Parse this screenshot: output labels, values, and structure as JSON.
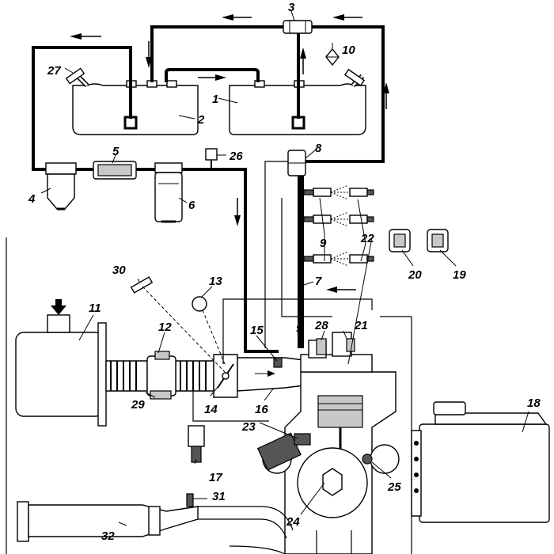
{
  "callouts": [
    {
      "id": "1",
      "text": "1"
    },
    {
      "id": "2",
      "text": "2"
    },
    {
      "id": "3",
      "text": "3"
    },
    {
      "id": "4",
      "text": "4"
    },
    {
      "id": "5",
      "text": "5"
    },
    {
      "id": "6",
      "text": "6"
    },
    {
      "id": "7",
      "text": "7"
    },
    {
      "id": "8",
      "text": "8"
    },
    {
      "id": "9a",
      "text": "9"
    },
    {
      "id": "9b",
      "text": "9"
    },
    {
      "id": "10",
      "text": "10"
    },
    {
      "id": "11",
      "text": "11"
    },
    {
      "id": "12",
      "text": "12"
    },
    {
      "id": "13",
      "text": "13"
    },
    {
      "id": "14",
      "text": "14"
    },
    {
      "id": "15",
      "text": "15"
    },
    {
      "id": "16",
      "text": "16"
    },
    {
      "id": "17",
      "text": "17"
    },
    {
      "id": "18",
      "text": "18"
    },
    {
      "id": "19",
      "text": "19"
    },
    {
      "id": "20",
      "text": "20"
    },
    {
      "id": "21",
      "text": "21"
    },
    {
      "id": "22",
      "text": "22"
    },
    {
      "id": "23",
      "text": "23"
    },
    {
      "id": "24",
      "text": "24"
    },
    {
      "id": "25",
      "text": "25"
    },
    {
      "id": "26",
      "text": "26"
    },
    {
      "id": "27",
      "text": "27"
    },
    {
      "id": "28",
      "text": "28"
    },
    {
      "id": "29",
      "text": "29"
    },
    {
      "id": "30",
      "text": "30"
    },
    {
      "id": "31",
      "text": "31"
    },
    {
      "id": "32",
      "text": "32"
    }
  ]
}
